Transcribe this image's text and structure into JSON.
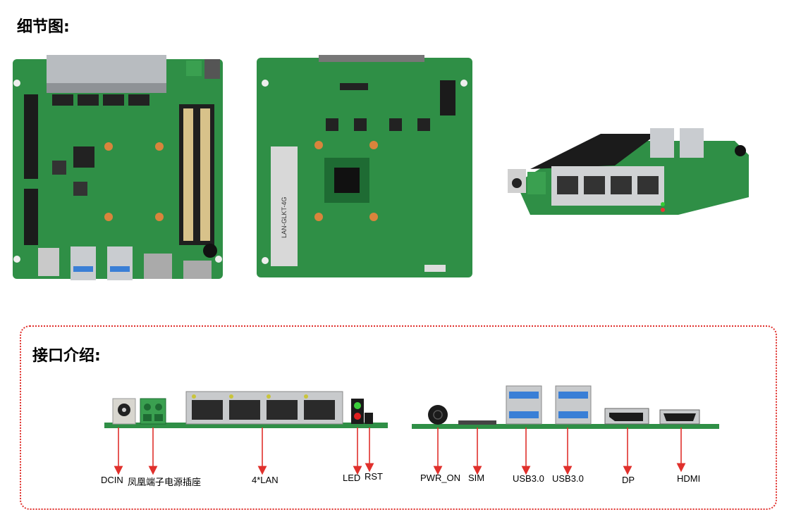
{
  "headings": {
    "detail": "细节图:",
    "interfaces": "接口介绍:"
  },
  "board_top": {
    "sticker": "LAN-GLKT-4G"
  },
  "interfaces": {
    "dcin": "DCIN",
    "phoenix": "凤凰端子电源插座",
    "lan": "4*LAN",
    "led": "LED",
    "rst": "RST",
    "pwr_on": "PWR_ON",
    "sim": "SIM",
    "usb1": "USB3.0",
    "usb2": "USB3.0",
    "dp": "DP",
    "hdmi": "HDMI"
  },
  "colors": {
    "pcb": "#2f8f46",
    "pcb_dark": "#1e6b33",
    "accent_red": "#e0302c",
    "usb_blue": "#3a7fd6",
    "copper": "#d9843c"
  }
}
